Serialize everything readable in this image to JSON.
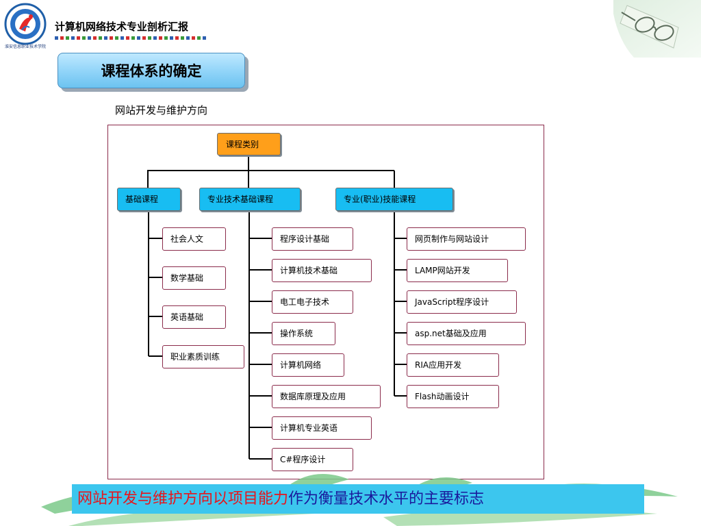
{
  "header": {
    "title": "计算机网络技术专业剖析汇报",
    "logo_text": "淮安信息职业技术学院"
  },
  "section_title": "课程体系的确定",
  "subtitle": "网站开发与维护方向",
  "colors": {
    "root": "#ff9f1a",
    "category": "#18bdf2",
    "course_border": "#8a2a4a",
    "banner": "#3cc6ee"
  },
  "diagram": {
    "root": "课程类别",
    "columns": [
      {
        "category": "基础课程",
        "items": [
          "社会人文",
          "数学基础",
          "英语基础",
          "职业素质训练"
        ]
      },
      {
        "category": "专业技术基础课程",
        "items": [
          "程序设计基础",
          "计算机技术基础",
          "电工电子技术",
          "操作系统",
          "计算机网络",
          "数据库原理及应用",
          "计算机专业英语",
          "C#程序设计"
        ]
      },
      {
        "category": "专业(职业)技能课程",
        "items": [
          "网页制作与网站设计",
          "LAMP网站开发",
          "JavaScript程序设计",
          "asp.net基础及应用",
          "RIA应用开发",
          "Flash动画设计"
        ]
      }
    ]
  },
  "banner": {
    "part1": "网站开发与维护方向",
    "part2": "以项目能力",
    "part3": "作为衡量技术水平的主要标志"
  }
}
